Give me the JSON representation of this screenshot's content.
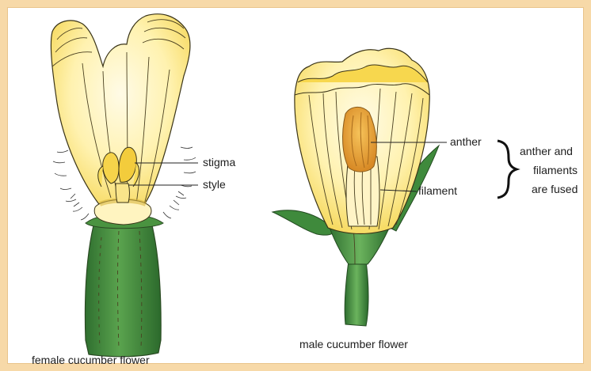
{
  "female_flower": {
    "caption": "female cucumber flower",
    "labels": {
      "stigma": "stigma",
      "style": "style"
    }
  },
  "male_flower": {
    "caption": "male cucumber flower",
    "labels": {
      "anther": "anther",
      "filament": "filament"
    }
  },
  "note": {
    "line1": "anther and",
    "line2": "filaments",
    "line3": "are fused"
  },
  "colors": {
    "frame": "#f7d9a8",
    "petal_light": "#fff6c8",
    "petal_yellow": "#f7dc62",
    "anther_orange": "#e8a43a",
    "stem_green": "#3f8a3c"
  }
}
